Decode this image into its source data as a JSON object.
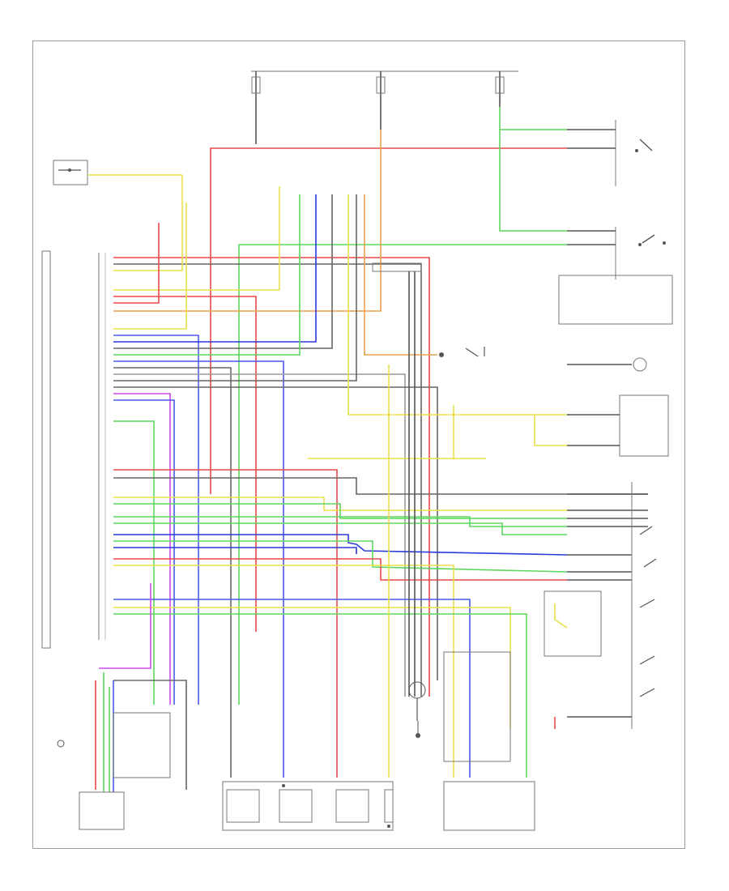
{
  "diagram": {
    "figure_id": "",
    "top_labels": {
      "hot_at_all_times": "",
      "fuse_box": "",
      "hot_in_run": ""
    },
    "components": [
      {
        "id": "brake_switch",
        "label": ""
      },
      {
        "id": "ecm_connector",
        "label": ""
      },
      {
        "id": "shift_lock_solenoid",
        "label": ""
      },
      {
        "id": "oil_pressure_switch",
        "label": ""
      },
      {
        "id": "vehicle_speed_sensor",
        "label": ""
      },
      {
        "id": "throttle_position_sensor",
        "label": ""
      },
      {
        "id": "transmission_range_switch",
        "label": ""
      },
      {
        "id": "ground_left_kick",
        "label": ""
      },
      {
        "id": "solenoid_assembly",
        "label": ""
      },
      {
        "id": "data_link_connector",
        "label": ""
      },
      {
        "id": "junction_block",
        "label": ""
      }
    ],
    "wire_colors": {
      "red": "#e84a4a",
      "yellow": "#e8e04a",
      "green": "#5ed65e",
      "blue": "#4a5ae8",
      "dark_blue": "#2a3ad8",
      "violet": "#c84ae8",
      "black": "#666666",
      "grey": "#9a9a9a",
      "orange": "#e8a050"
    }
  }
}
